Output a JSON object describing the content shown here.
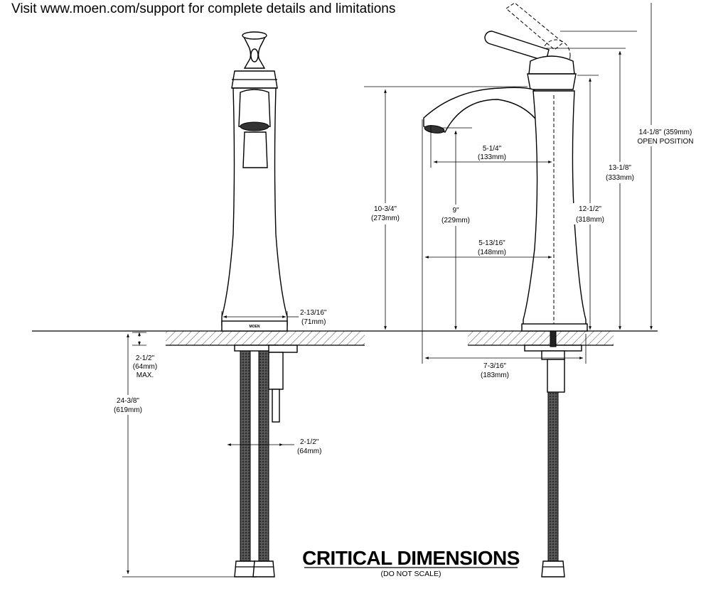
{
  "header": {
    "text": "Visit www.moen.com/support for complete details and limitations"
  },
  "brand": "MOEN",
  "dimensions": {
    "base_width": {
      "imperial": "2-13/16\"",
      "metric": "(71mm)"
    },
    "deck_max": {
      "imperial": "2-1/2\"",
      "metric": "(64mm)",
      "note": "MAX."
    },
    "hose_length": {
      "imperial": "24-3/8\"",
      "metric": "(619mm)"
    },
    "shank_spacing": {
      "imperial": "2-1/2\"",
      "metric": "(64mm)"
    },
    "spout_reach": {
      "imperial": "5-1/4\"",
      "metric": "(133mm)"
    },
    "spout_height": {
      "imperial": "10-3/4\"",
      "metric": "(273mm)"
    },
    "aerator_height": {
      "imperial": "9\"",
      "metric": "(229mm)"
    },
    "overall_reach": {
      "imperial": "5-13/16\"",
      "metric": "(148mm)"
    },
    "body_height": {
      "imperial": "12-1/2\"",
      "metric": "(318mm)"
    },
    "handle_height": {
      "imperial": "13-1/8\"",
      "metric": "(333mm)"
    },
    "open_height": {
      "imperial": "14-1/8\" (359mm)",
      "metric": "OPEN POSITION"
    },
    "base_depth": {
      "imperial": "7-3/16\"",
      "metric": "(183mm)"
    }
  },
  "title": {
    "main": "CRITICAL DIMENSIONS",
    "sub": "(DO NOT SCALE)"
  }
}
